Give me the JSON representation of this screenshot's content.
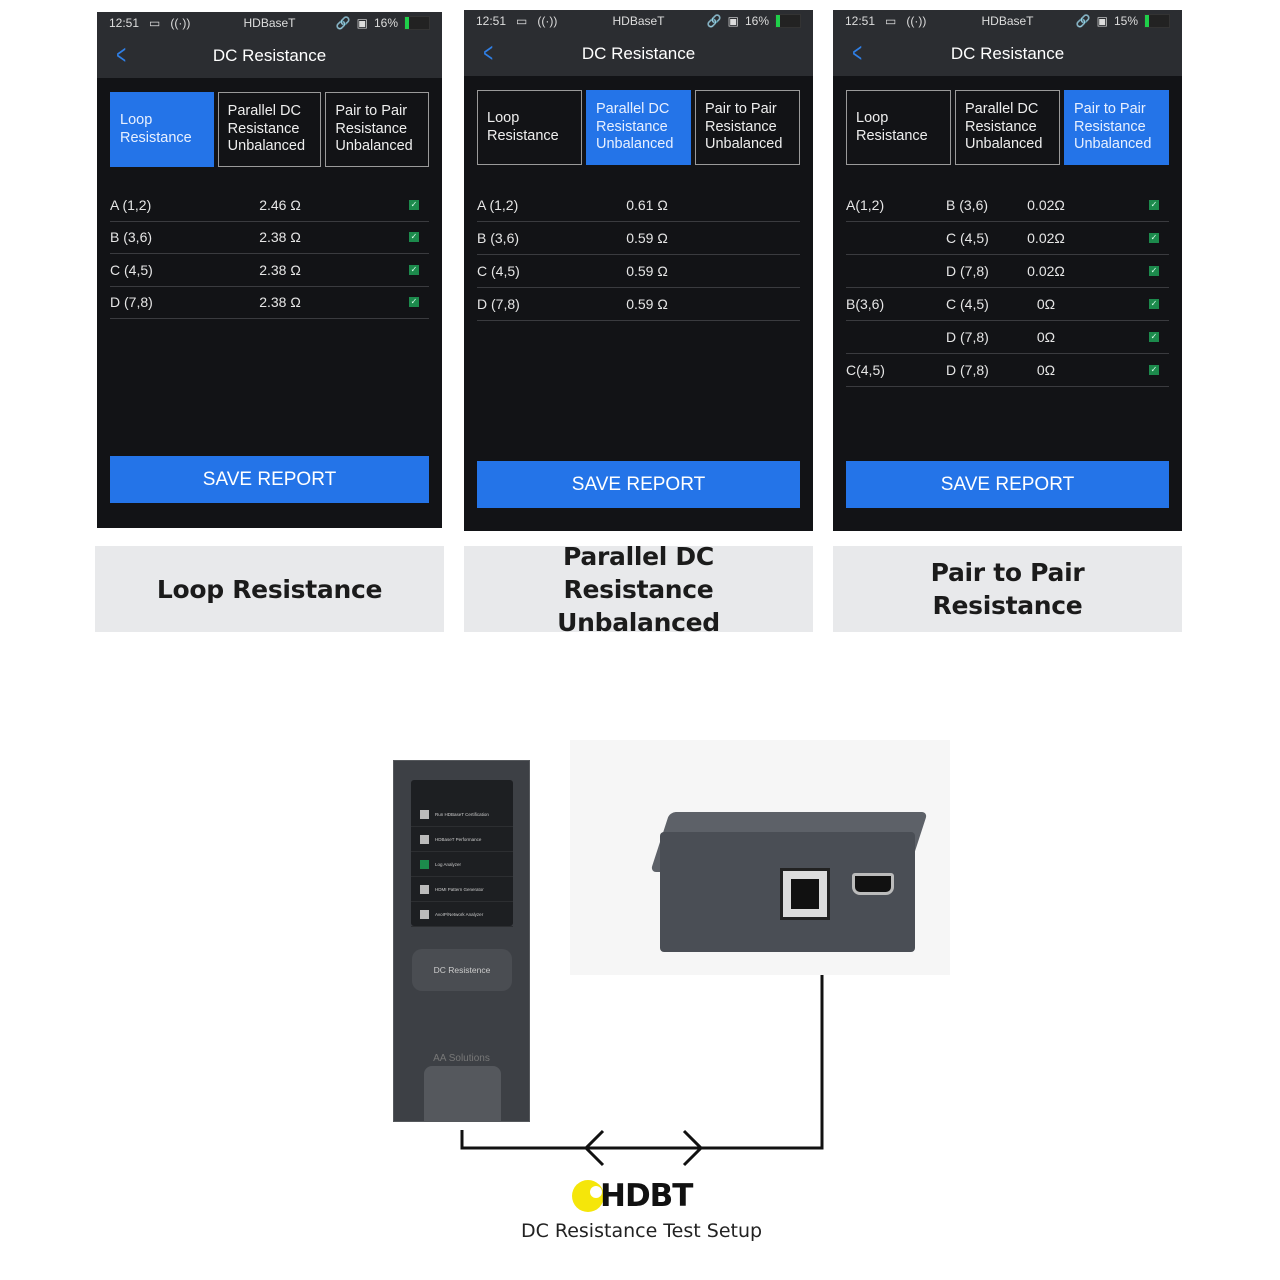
{
  "phones": [
    {
      "status": {
        "time": "12:51",
        "network": "HDBaseT",
        "battery": "16%"
      },
      "title": "DC Resistance",
      "tabs": [
        "Loop Resistance",
        "Parallel DC Resistance Unbalanced",
        "Pair to Pair Resistance Unbalanced"
      ],
      "active": 0,
      "rows": [
        [
          "A (1,2)",
          "",
          "2.46 Ω"
        ],
        [
          "B (3,6)",
          "",
          "2.38 Ω"
        ],
        [
          "C (4,5)",
          "",
          "2.38 Ω"
        ],
        [
          "D (7,8)",
          "",
          "2.38 Ω"
        ]
      ],
      "checks": true,
      "save": "SAVE REPORT",
      "caption": "Loop Resistance"
    },
    {
      "status": {
        "time": "12:51",
        "network": "HDBaseT",
        "battery": "16%"
      },
      "title": "DC Resistance",
      "tabs": [
        "Loop Resistance",
        "Parallel DC Resistance Unbalanced",
        "Pair to Pair Resistance Unbalanced"
      ],
      "active": 1,
      "rows": [
        [
          "A (1,2)",
          "",
          "0.61 Ω"
        ],
        [
          "B (3,6)",
          "",
          "0.59 Ω"
        ],
        [
          "C (4,5)",
          "",
          "0.59 Ω"
        ],
        [
          "D (7,8)",
          "",
          "0.59 Ω"
        ]
      ],
      "checks": false,
      "save": "SAVE REPORT",
      "caption": "Parallel DC Resistance Unbalanced"
    },
    {
      "status": {
        "time": "12:51",
        "network": "HDBaseT",
        "battery": "15%"
      },
      "title": "DC Resistance",
      "tabs": [
        "Loop Resistance",
        "Parallel DC Resistance Unbalanced",
        "Pair to Pair Resistance Unbalanced"
      ],
      "active": 2,
      "rows": [
        [
          "A(1,2)",
          "B (3,6)",
          "0.02Ω"
        ],
        [
          "",
          "C (4,5)",
          "0.02Ω"
        ],
        [
          "",
          "D (7,8)",
          "0.02Ω"
        ],
        [
          "B(3,6)",
          "C (4,5)",
          "0Ω"
        ],
        [
          "",
          "D (7,8)",
          "0Ω"
        ],
        [
          "C(4,5)",
          "D (7,8)",
          "0Ω"
        ]
      ],
      "checks": true,
      "save": "SAVE REPORT",
      "caption": "Pair to Pair Resistance"
    }
  ],
  "device": {
    "menu": [
      "Run HDBaseT Certification",
      "HDBaseT Performance",
      "Log Analyzer",
      "HDMI Pattern Generator",
      "AvoIP/Network Analyzer"
    ],
    "button": "DC Resistence",
    "brand": "AA Solutions"
  },
  "logo": "HDBT",
  "setup_caption": "DC Resistance Test Setup",
  "colors": {
    "accent": "#2474e8",
    "pass": "#1c8a4c",
    "logo_yellow": "#f5e60a"
  }
}
